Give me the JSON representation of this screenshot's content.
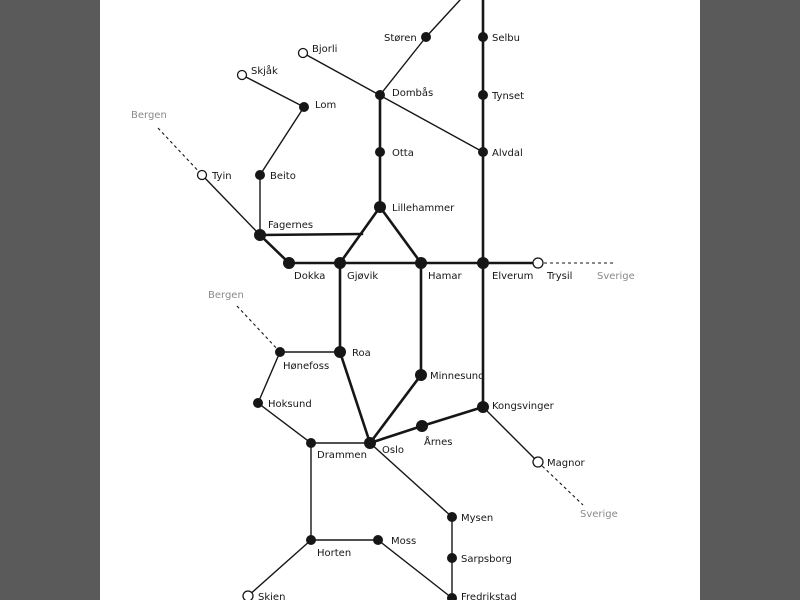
{
  "stations": {
    "storen": "Støren",
    "selbu": "Selbu",
    "bjorli": "Bjorli",
    "skjak": "Skjåk",
    "dombas": "Dombås",
    "lom": "Lom",
    "tynset": "Tynset",
    "otta": "Otta",
    "alvdal": "Alvdal",
    "tyin": "Tyin",
    "beito": "Beito",
    "lillehammer": "Lillehammer",
    "fagernes": "Fagernes",
    "dokka": "Dokka",
    "gjovik": "Gjøvik",
    "hamar": "Hamar",
    "elverum": "Elverum",
    "trysil": "Trysil",
    "honefoss": "Hønefoss",
    "roa": "Roa",
    "minnesund": "Minnesund",
    "hoksund": "Hoksund",
    "kongsvinger": "Kongsvinger",
    "arnes": "Årnes",
    "drammen": "Drammen",
    "oslo": "Oslo",
    "magnor": "Magnor",
    "mysen": "Mysen",
    "horten": "Horten",
    "moss": "Moss",
    "sarpsborg": "Sarpsborg",
    "skien": "Skien",
    "fredrikstad": "Fredrikstad"
  },
  "external": {
    "bergen_north": "Bergen",
    "bergen_south": "Bergen",
    "sverige_east": "Sverige",
    "sverige_southeast": "Sverige"
  }
}
